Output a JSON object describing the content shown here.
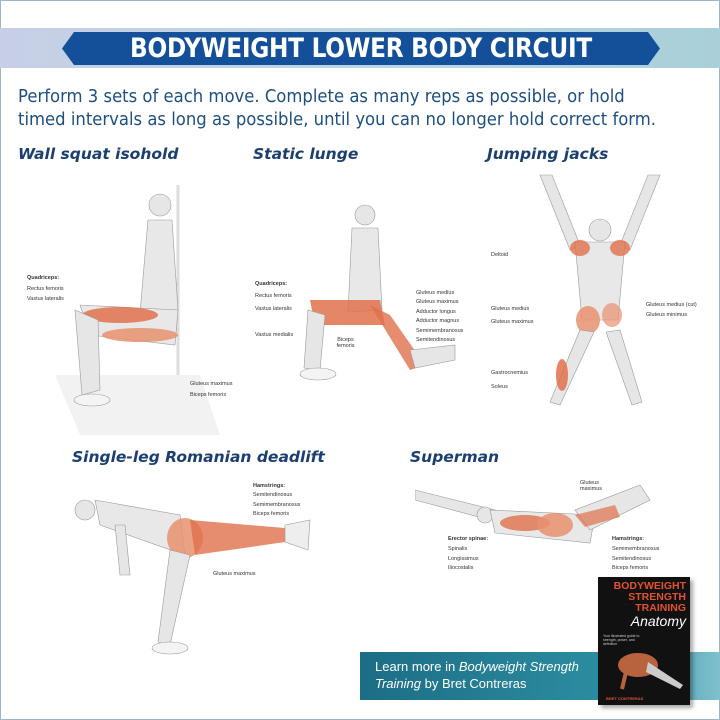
{
  "header": {
    "title": "BODYWEIGHT LOWER BODY CIRCUIT",
    "instructions": "Perform 3 sets of each move. Complete as many reps as possible, or hold timed intervals as long as possible, until you can no longer hold correct form."
  },
  "colors": {
    "banner": "#14509a",
    "text": "#1d4f82",
    "muscle": "#e0714c",
    "cta": "#1c6d85"
  },
  "exercises": [
    {
      "title": "Wall squat isohold",
      "labels": [
        "Quadriceps:",
        "Rectus femoris",
        "Vastus lateralis",
        "Gluteus maximus",
        "Biceps femoris"
      ]
    },
    {
      "title": "Static lunge",
      "labels": [
        "Quadriceps:",
        "Rectus femoris",
        "Vastus lateralis",
        "Vastus medialis",
        "Biceps femoris",
        "Gluteus medius",
        "Gluteus maximus",
        "Adductor longus",
        "Adductor magnus",
        "Semimembranosus",
        "Semitendinosus"
      ]
    },
    {
      "title": "Jumping jacks",
      "labels": [
        "Deltoid",
        "Gluteus medius",
        "Gluteus maximus",
        "Gastrocnemius",
        "Soleus",
        "Gluteus medius (cut)",
        "Gluteus minimus"
      ]
    },
    {
      "title": "Single-leg Romanian deadlift",
      "labels": [
        "Hamstrings:",
        "Semitendinosus",
        "Semimembranosus",
        "Biceps femoris",
        "Gluteus maximus"
      ]
    },
    {
      "title": "Superman",
      "labels": [
        "Gluteus maximus",
        "Erector spinae:",
        "Spinalis",
        "Longissimus",
        "Iliocostalis",
        "Hamstrings:",
        "Semimembranosus",
        "Semitendinosus",
        "Biceps femoris"
      ]
    }
  ],
  "promo": {
    "text_1": "Learn more in ",
    "text_italic_1": "Bodyweight Strength Training",
    "text_2": " by Bret Contreras"
  },
  "book": {
    "title_1": "BODYWEIGHT",
    "title_2": "STRENGTH",
    "title_3": "TRAINING",
    "title_4": "Anatomy",
    "subtitle": "Your illustrated guide to strength, power, and definition",
    "author": "BRET CONTRERAS"
  }
}
